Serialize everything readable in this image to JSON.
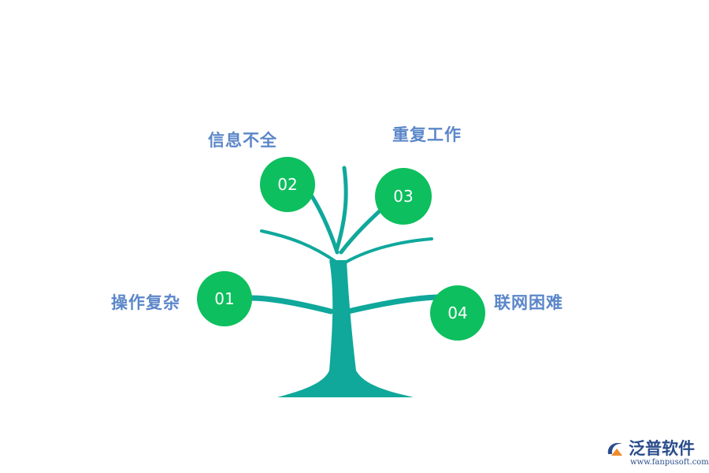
{
  "colors": {
    "trunk": "#0fa89b",
    "node": "#0dbf5e",
    "label": "#5b86c9",
    "logo_text": "#2a4d8a",
    "logo_orange": "#f18a2a"
  },
  "nodes": [
    {
      "number": "01",
      "label": "操作复杂"
    },
    {
      "number": "02",
      "label": "信息不全"
    },
    {
      "number": "03",
      "label": "重复工作"
    },
    {
      "number": "04",
      "label": "联网困难"
    }
  ],
  "logo": {
    "name": "泛普软件",
    "url": "www.fanpusoft.com",
    "icon": "fanpu-logo-icon"
  }
}
